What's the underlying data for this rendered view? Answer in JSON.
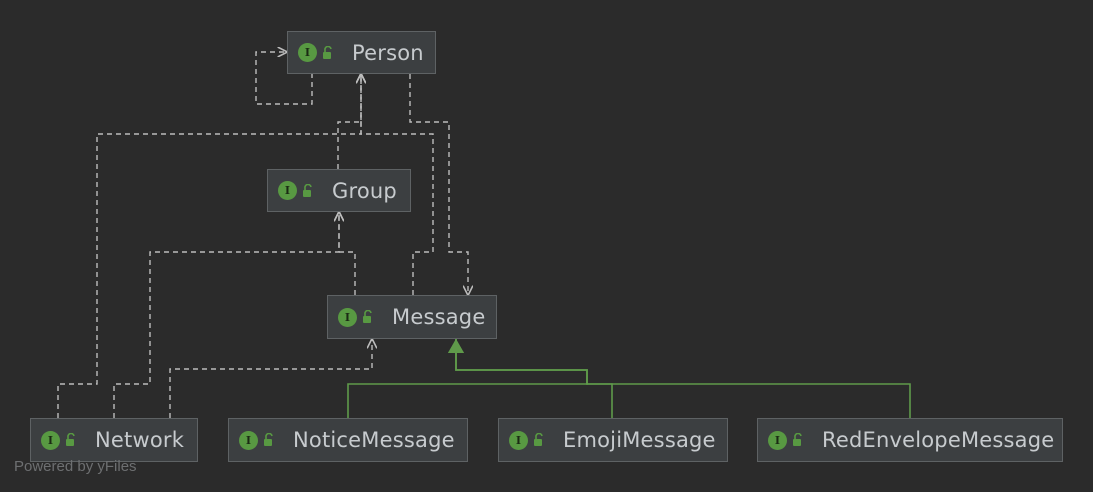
{
  "diagram": {
    "nodes": [
      {
        "id": "person",
        "label": "Person",
        "icon": "interface-icon",
        "badge": "I",
        "access": "public-lock-icon"
      },
      {
        "id": "group",
        "label": "Group",
        "icon": "interface-icon",
        "badge": "I",
        "access": "public-lock-icon"
      },
      {
        "id": "message",
        "label": "Message",
        "icon": "interface-icon",
        "badge": "I",
        "access": "public-lock-icon"
      },
      {
        "id": "network",
        "label": "Network",
        "icon": "interface-icon",
        "badge": "I",
        "access": "public-lock-icon"
      },
      {
        "id": "notice",
        "label": "NoticeMessage",
        "icon": "interface-icon",
        "badge": "I",
        "access": "public-lock-icon"
      },
      {
        "id": "emoji",
        "label": "EmojiMessage",
        "icon": "interface-icon",
        "badge": "I",
        "access": "public-lock-icon"
      },
      {
        "id": "redenvelope",
        "label": "RedEnvelopeMessage",
        "icon": "interface-icon",
        "badge": "I",
        "access": "public-lock-icon"
      }
    ],
    "edges": [
      {
        "from": "person",
        "to": "person",
        "kind": "dependency"
      },
      {
        "from": "group",
        "to": "person",
        "kind": "dependency"
      },
      {
        "from": "person",
        "to": "message",
        "kind": "dependency"
      },
      {
        "from": "message",
        "to": "group",
        "kind": "dependency"
      },
      {
        "from": "message",
        "to": "person",
        "kind": "dependency"
      },
      {
        "from": "network",
        "to": "person",
        "kind": "dependency"
      },
      {
        "from": "network",
        "to": "group",
        "kind": "dependency"
      },
      {
        "from": "network",
        "to": "message",
        "kind": "dependency"
      },
      {
        "from": "notice",
        "to": "message",
        "kind": "extends"
      },
      {
        "from": "emoji",
        "to": "message",
        "kind": "extends"
      },
      {
        "from": "redenvelope",
        "to": "message",
        "kind": "extends"
      }
    ]
  },
  "colors": {
    "background": "#2b2b2b",
    "node_fill": "#3c3f41",
    "node_border": "#5e6264",
    "dependency_edge": "#bdbdbd",
    "extends_edge": "#5f9a4a",
    "icon_green": "#589942"
  },
  "watermark": "Powered by yFiles"
}
